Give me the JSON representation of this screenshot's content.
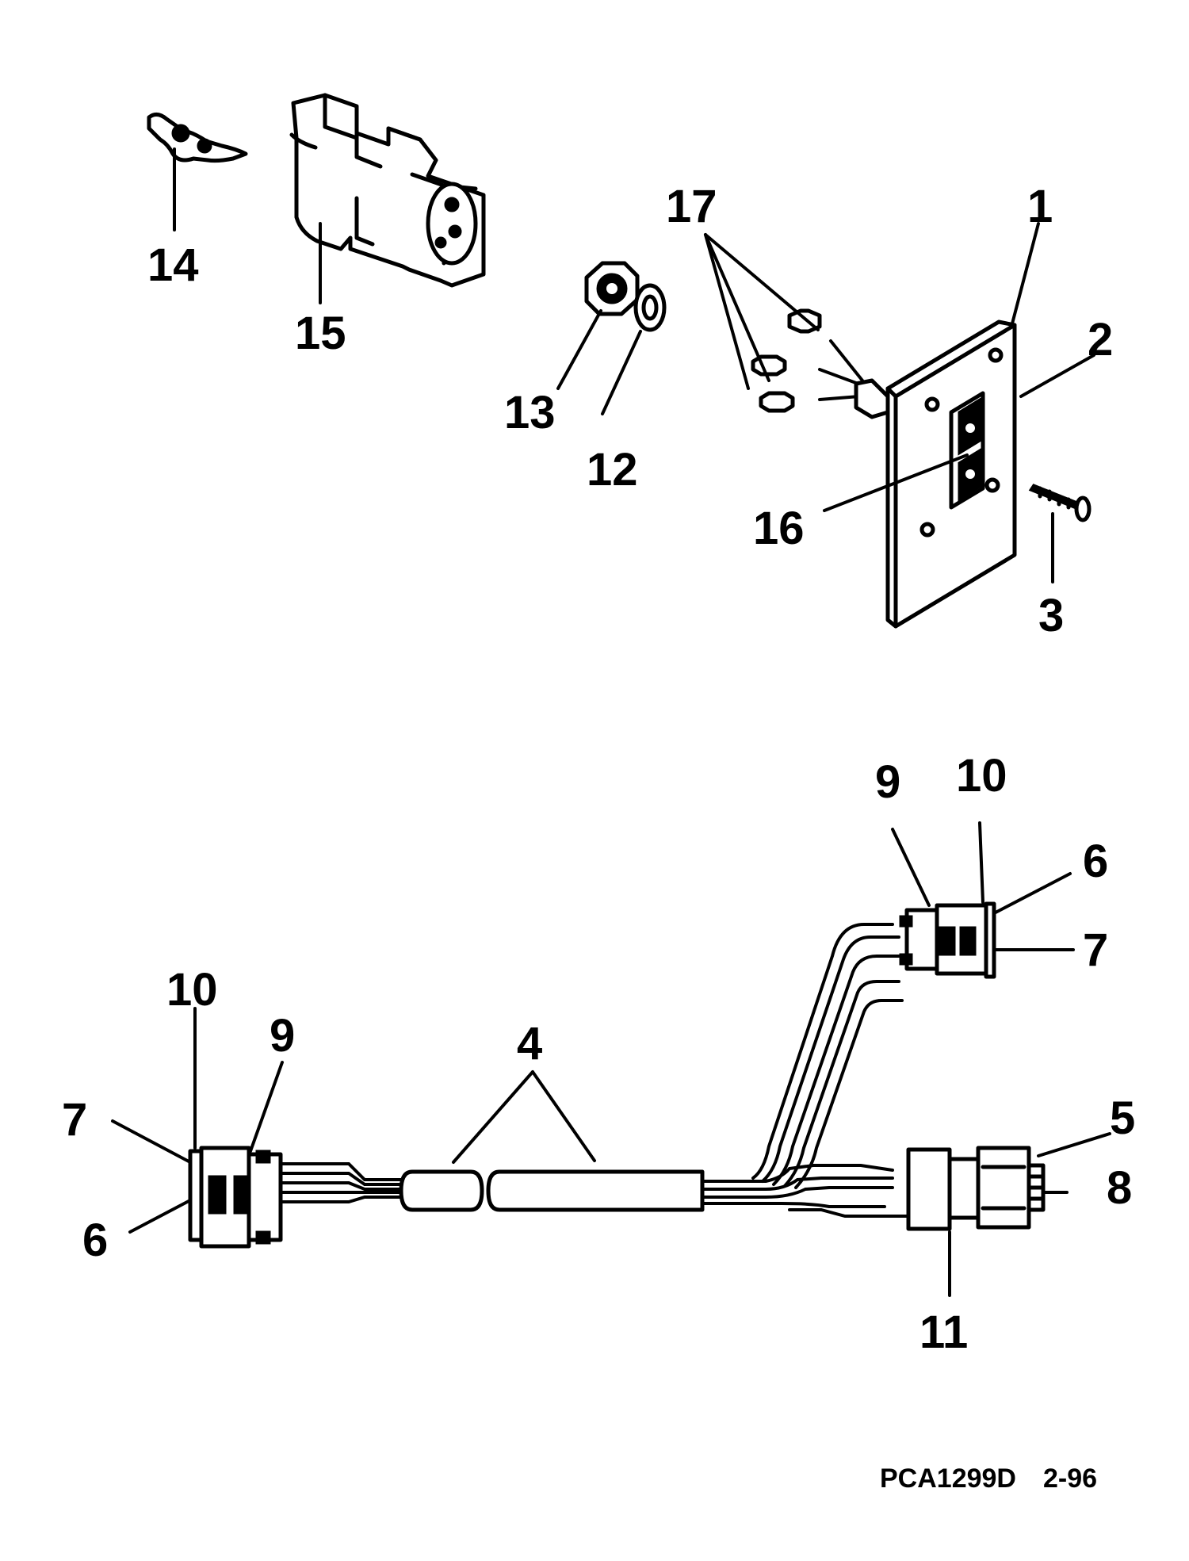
{
  "callouts": {
    "c1": "1",
    "c2": "2",
    "c3": "3",
    "c4": "4",
    "c5": "5",
    "c6_left": "6",
    "c6_right": "6",
    "c7_left": "7",
    "c7_right": "7",
    "c8": "8",
    "c9_left": "9",
    "c9_right": "9",
    "c10_left": "10",
    "c10_right": "10",
    "c11": "11",
    "c12": "12",
    "c13": "13",
    "c14": "14",
    "c15": "15",
    "c16": "16",
    "c17": "17"
  },
  "footer": {
    "drawing_id": "PCA1299D",
    "revision": "2-96"
  }
}
